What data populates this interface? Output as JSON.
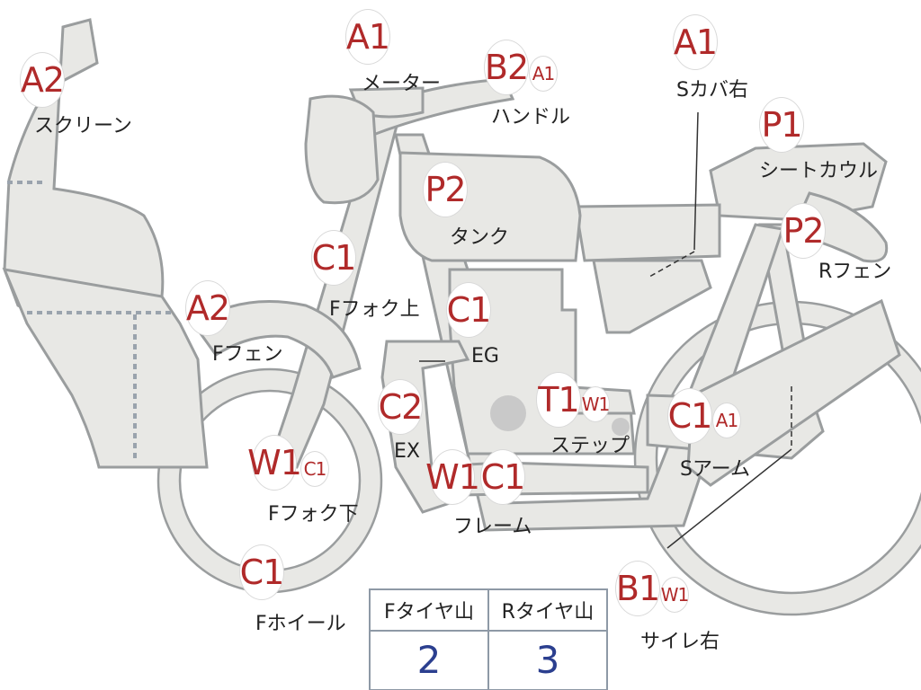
{
  "colors": {
    "badge_text": "#b02a2a",
    "part_fill": "#e8e8e5",
    "part_stroke": "#9a9d9e",
    "value_text": "#2b3f8f"
  },
  "parts": {
    "screen": {
      "label": "スクリーン",
      "grades": [
        "A2"
      ]
    },
    "meter": {
      "label": "メーター",
      "grades": [
        "A1"
      ]
    },
    "handle": {
      "label": "ハンドル",
      "grades": [
        "B2",
        "A1"
      ]
    },
    "side_cover_r": {
      "label": "Sカバ右",
      "grades": [
        "A1"
      ]
    },
    "seat_cowl": {
      "label": "シートカウル",
      "grades": [
        "P1"
      ]
    },
    "tank": {
      "label": "タンク",
      "grades": [
        "P2"
      ]
    },
    "r_fender": {
      "label": "Rフェン",
      "grades": [
        "P2"
      ]
    },
    "f_fork_upper": {
      "label": "Fフォク上",
      "grades": [
        "C1"
      ]
    },
    "f_fender": {
      "label": "Fフェン",
      "grades": [
        "A2"
      ]
    },
    "engine": {
      "label": "EG",
      "grades": [
        "C1"
      ]
    },
    "exhaust": {
      "label": "EX",
      "grades": [
        "C2"
      ]
    },
    "step": {
      "label": "ステップ",
      "grades": [
        "T1",
        "W1"
      ]
    },
    "swing_arm": {
      "label": "Sアーム",
      "grades": [
        "C1",
        "A1"
      ]
    },
    "f_fork_lower": {
      "label": "Fフォク下",
      "grades": [
        "W1",
        "C1"
      ]
    },
    "frame": {
      "label": "フレーム",
      "grades": [
        "W1",
        "C1"
      ]
    },
    "f_wheel": {
      "label": "Fホイール",
      "grades": [
        "C1"
      ]
    },
    "muffler_r": {
      "label": "サイレ右",
      "grades": [
        "B1",
        "W1"
      ]
    }
  },
  "tire_table": {
    "headers": [
      "Fタイヤ山",
      "Rタイヤ山"
    ],
    "values": [
      "2",
      "3"
    ]
  }
}
